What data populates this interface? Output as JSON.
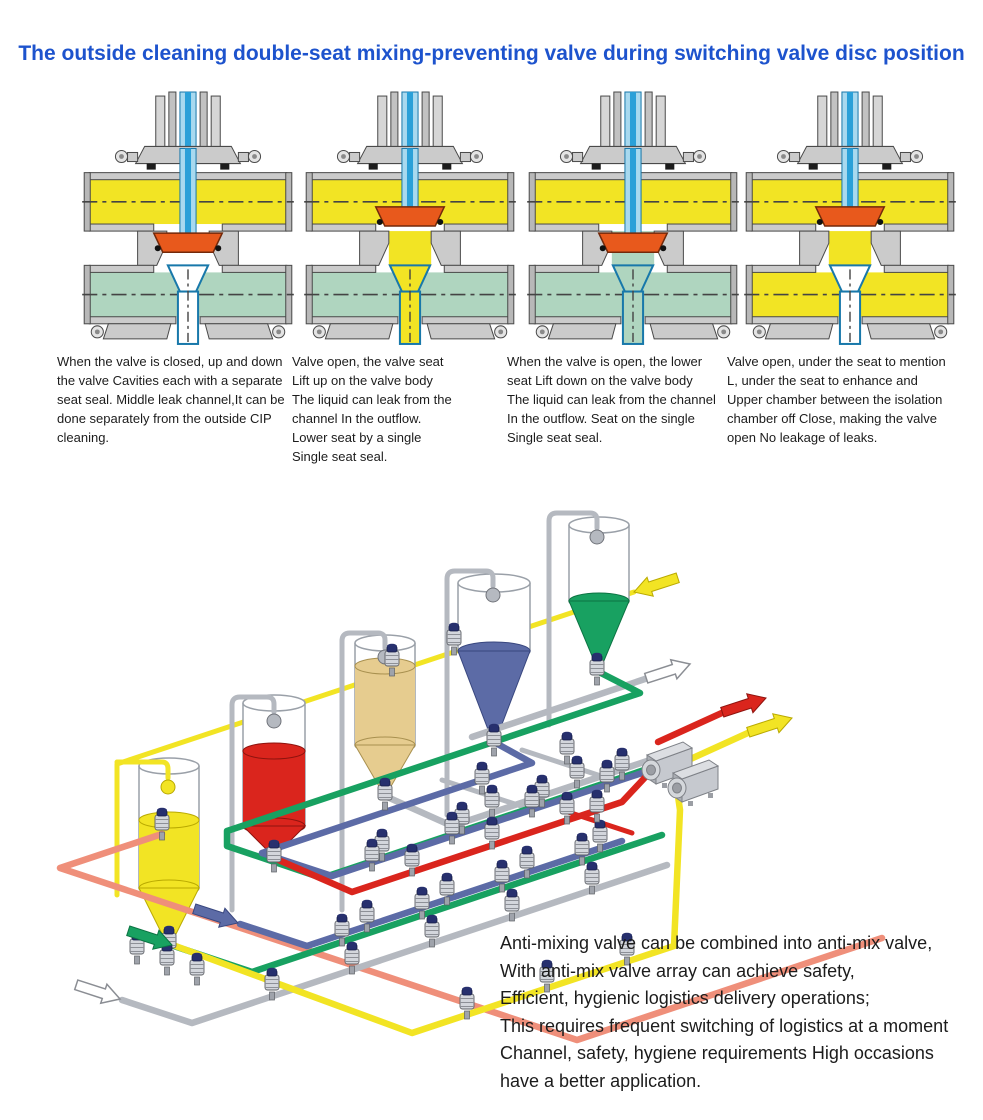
{
  "title": "The outside cleaning double-seat mixing-preventing valve during switching valve disc position",
  "captions": [
    "When the valve is closed, up and down\n the valve Cavities each with a separate\nseat seal. Middle leak channel,It can be\n done separately from the outside CIP\ncleaning.",
    "Valve open, the valve seat\nLift up on the valve body\nThe liquid can leak from the\n channel In the outflow.\nLower seat by a single\nSingle seat seal.",
    "When the valve is open, the lower\nseat Lift down on the valve body\nThe liquid can leak from the channel\nIn the outflow. Seat on the single\nSingle seat seal.",
    "Valve open, under the seat to mention\nL, under the seat to enhance and\nUpper chamber between the isolation\nchamber off Close, making the valve\nopen No leakage of leaks."
  ],
  "bottom_text": "Anti-mixing valve can be combined into anti-mix valve,\nWith anti-mix valve array can achieve safety,\nEfficient, hygienic logistics delivery operations;\nThis requires frequent switching of logistics at a moment\nChannel, safety, hygiene requirements High occasions\nhave a better application.",
  "colors": {
    "title_blue": "#1d53cd",
    "text": "#1c1c1c",
    "yellow": "#f2e424",
    "red": "#da251d",
    "tan": "#e6cc8f",
    "blue": "#5c6ba6",
    "green": "#18a161",
    "salmon": "#ef8f7a",
    "pipe_gray": "#b5b9c0",
    "navy": "#27306e",
    "orange": "#e8591c",
    "stem_blue": "#2aa0d8",
    "stem_light": "#a8d9ef",
    "pale_green": "#afd5bf",
    "white": "#ffffff"
  },
  "valve_states": [
    {
      "name": "valve-closed",
      "upper_fluid": "yellow",
      "lower_fluid": "pale_green",
      "gap_fluid": "white",
      "drain_fluid": "white",
      "disc_position": "mid"
    },
    {
      "name": "valve-open-seat-up",
      "upper_fluid": "yellow",
      "lower_fluid": "pale_green",
      "gap_fluid": "yellow",
      "drain_fluid": "yellow",
      "disc_position": "up"
    },
    {
      "name": "valve-open-seat-down",
      "upper_fluid": "yellow",
      "lower_fluid": "pale_green",
      "gap_fluid": "pale_green",
      "drain_fluid": "pale_green",
      "disc_position": "mid"
    },
    {
      "name": "valve-open-no-leak",
      "upper_fluid": "yellow",
      "lower_fluid": "yellow",
      "gap_fluid": "yellow",
      "drain_fluid": "white",
      "disc_position": "up"
    }
  ],
  "isometric": {
    "tanks": [
      {
        "name": "tank-1",
        "fluid": "yellow",
        "fill_level": "partial"
      },
      {
        "name": "tank-2",
        "fluid": "red",
        "fill_level": "partial"
      },
      {
        "name": "tank-3",
        "fluid": "tan",
        "fill_level": "full"
      },
      {
        "name": "tank-4",
        "fluid": "blue",
        "fill_level": "cone-only"
      },
      {
        "name": "tank-5",
        "fluid": "green",
        "fill_level": "cone-only"
      }
    ],
    "inlet_arrows": [
      "yellow",
      "green",
      "blue",
      "white"
    ],
    "outlet_arrows": [
      "red",
      "yellow",
      "white"
    ],
    "pump_count": 2
  }
}
